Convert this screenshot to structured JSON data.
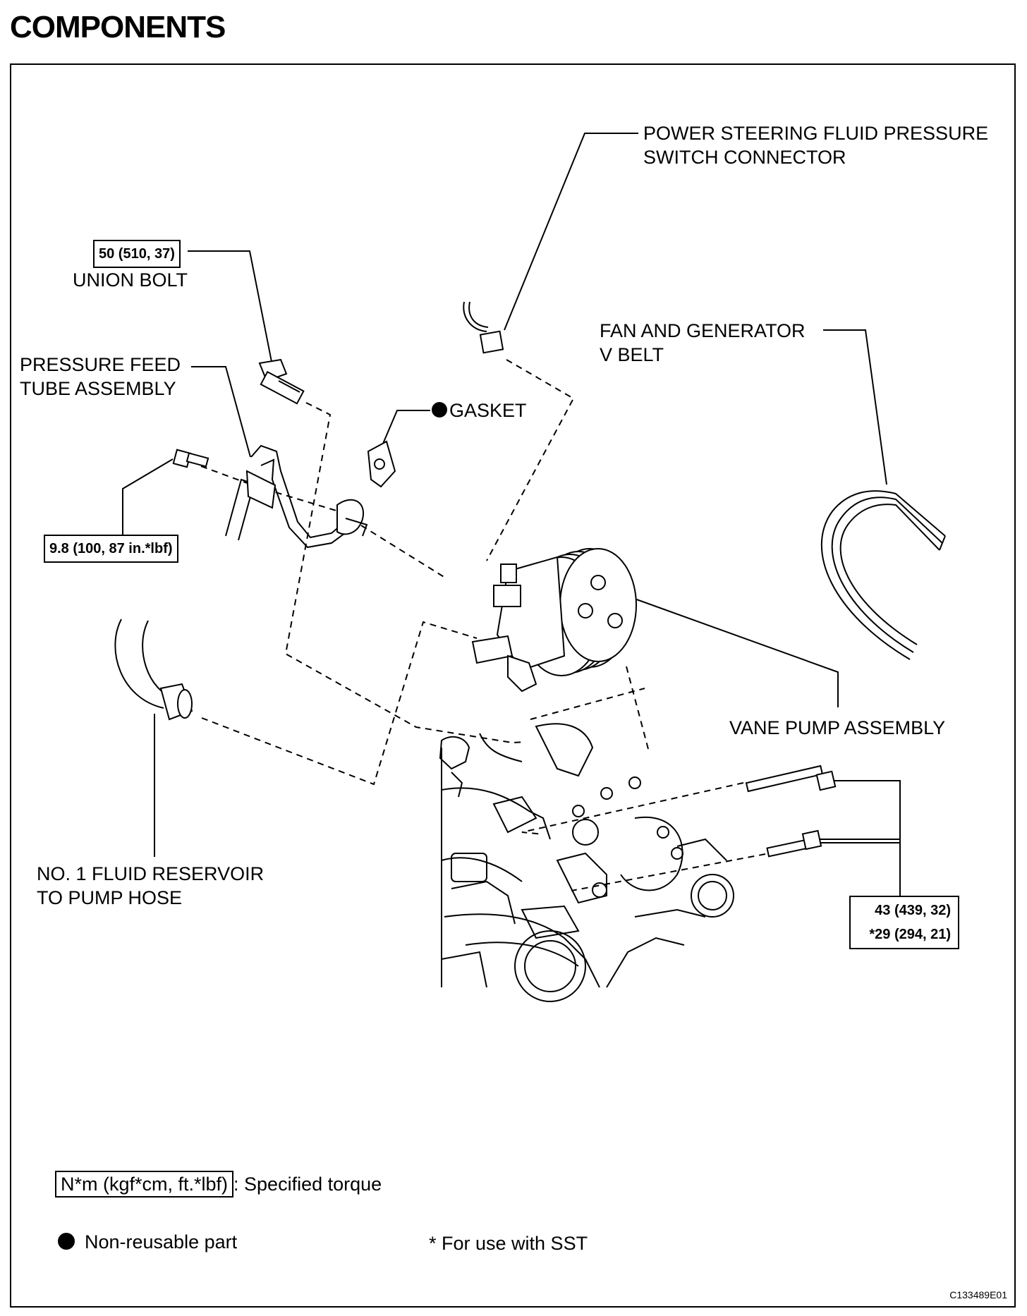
{
  "title": "COMPONENTS",
  "labels": {
    "ps_switch_line1": "POWER STEERING FLUID PRESSURE",
    "ps_switch_line2": "SWITCH CONNECTOR",
    "union_bolt_torque": "50 (510, 37)",
    "union_bolt": "UNION BOLT",
    "pressure_feed_line1": "PRESSURE FEED",
    "pressure_feed_line2": "TUBE ASSEMBLY",
    "gasket": "GASKET",
    "tube_bolt_torque": "9.8 (100, 87 in.*lbf)",
    "fan_belt_line1": "FAN AND GENERATOR",
    "fan_belt_line2": "V BELT",
    "vane_pump": "VANE PUMP ASSEMBLY",
    "reservoir_hose_line1": "NO. 1 FLUID RESERVOIR",
    "reservoir_hose_line2": "TO PUMP HOSE",
    "pump_bolt_torque": "43 (439, 32)",
    "pump_bolt_torque_sst": "*29 (294, 21)"
  },
  "legend": {
    "torque_unit": "N*m (kgf*cm, ft.*lbf)",
    "torque_desc": ": Specified torque",
    "non_reusable": "Non-reusable part",
    "sst_note": "* For use with SST"
  },
  "figure_code": "C133489E01"
}
